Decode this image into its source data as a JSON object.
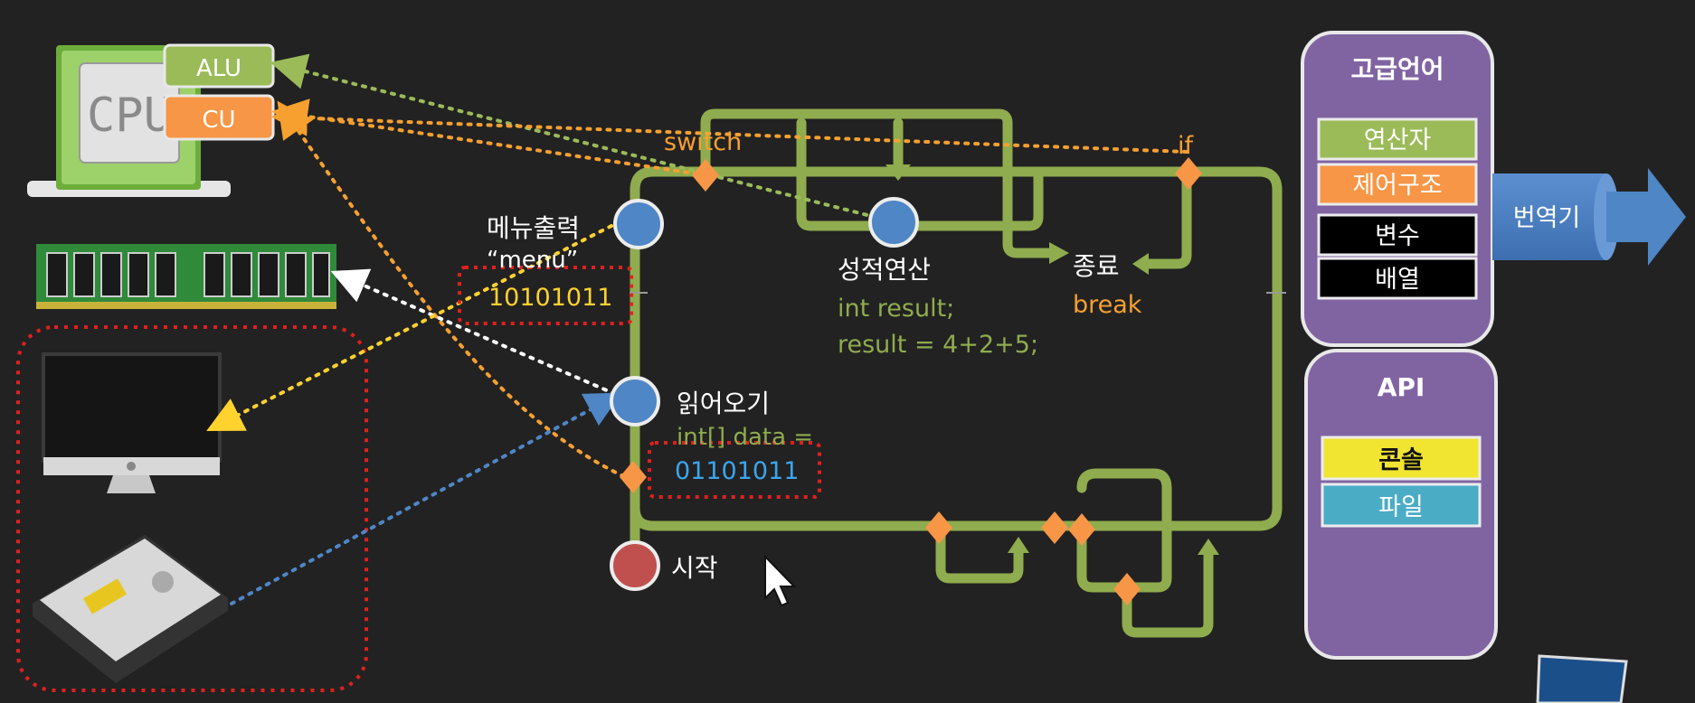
{
  "cpu": {
    "chip_label": "CPU",
    "alu_label": "ALU",
    "cu_label": "CU"
  },
  "flow": {
    "menu_label": "메뉴출력",
    "menu_string": "“menu”",
    "menu_binary": "10101011",
    "switch_label": "switch",
    "if_label": "if",
    "calc_label": "성적연산",
    "calc_code_1": "int result;",
    "calc_code_2": "result = 4+2+5;",
    "end_label": "종료",
    "end_code": "break",
    "read_label": "읽어오기",
    "read_code": "int[] data =",
    "read_binary": "01101011",
    "start_label": "시작"
  },
  "high_level": {
    "title": "고급언어",
    "items": [
      "연산자",
      "제어구조",
      "변수",
      "배열"
    ]
  },
  "translator_label": "번역기",
  "api": {
    "title": "API",
    "items": [
      "콘솔",
      "파일"
    ]
  },
  "colors": {
    "background": "#222222",
    "flow_green": "#8fac4e",
    "orange": "#f79646",
    "node_blue": "#4f86c6",
    "start_red": "#c0504d",
    "purple_panel": "#8064a2",
    "yellow_api": "#f2e531",
    "cyan_api": "#4bacc6",
    "alu_green": "#9bbb59",
    "dotted_red": "#e0201e"
  }
}
